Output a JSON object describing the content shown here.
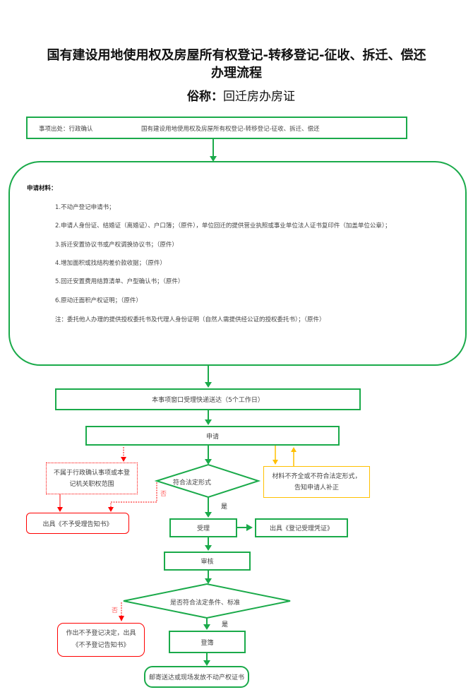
{
  "title": {
    "line1": "国有建设用地使用权及房屋所有权登记-转移登记-征收、拆迁、偿还",
    "line2": "办理流程",
    "alias_label": "俗称：",
    "alias_value": "回迁房办房证"
  },
  "source": {
    "label": "事项出处：行政确认",
    "item": "国有建设用地使用权及房屋所有权登记-转移登记-征收、拆迁、偿还"
  },
  "materials": {
    "header": "申请材料：",
    "items": [
      "1.不动产登记申请书；",
      "2.申请人身份证、结婚证（离婚证）、户口簿；（原件），单位回迁的提供营业执照或事业单位法人证书复印件（加盖单位公章）；",
      "3.拆迁安置协议书或产权调换协议书；（原件）",
      "4.增加面积或找结构差价款收据；（原件）",
      "5.回迁安置费用结算清单、户型确认书；（原件）",
      "6.原动迁面积产权证明；（原件）",
      "注：委托他人办理的提供授权委托书及代理人身份证明（自然人需提供经公证的授权委托书）；（原件）"
    ]
  },
  "flow": {
    "window": "本事项窗口受理快递送达（5个工作日）",
    "apply": "申请",
    "not_scope": "不属于行政确认事项或本登记机关职权范围",
    "check_form": "符合法定形式",
    "incomplete": "材料不齐全或不符合法定形式，告知申请人补正",
    "no1": "否",
    "yes1": "是",
    "reject_notice": "出具《不予受理告知书》",
    "accept": "受理",
    "accept_receipt": "出具《登记受理凭证》",
    "review": "审核",
    "check_cond": "是否符合法定条件、标准",
    "no2": "否",
    "yes2": "是",
    "reject_reg": "作出不予登记决定，出具《不予登记告知书》",
    "register": "登簿",
    "deliver": "邮寄送达或现场发放不动产权证书"
  },
  "colors": {
    "green": "#1aaa4a",
    "red": "#ff0000",
    "orange": "#ffc000"
  }
}
